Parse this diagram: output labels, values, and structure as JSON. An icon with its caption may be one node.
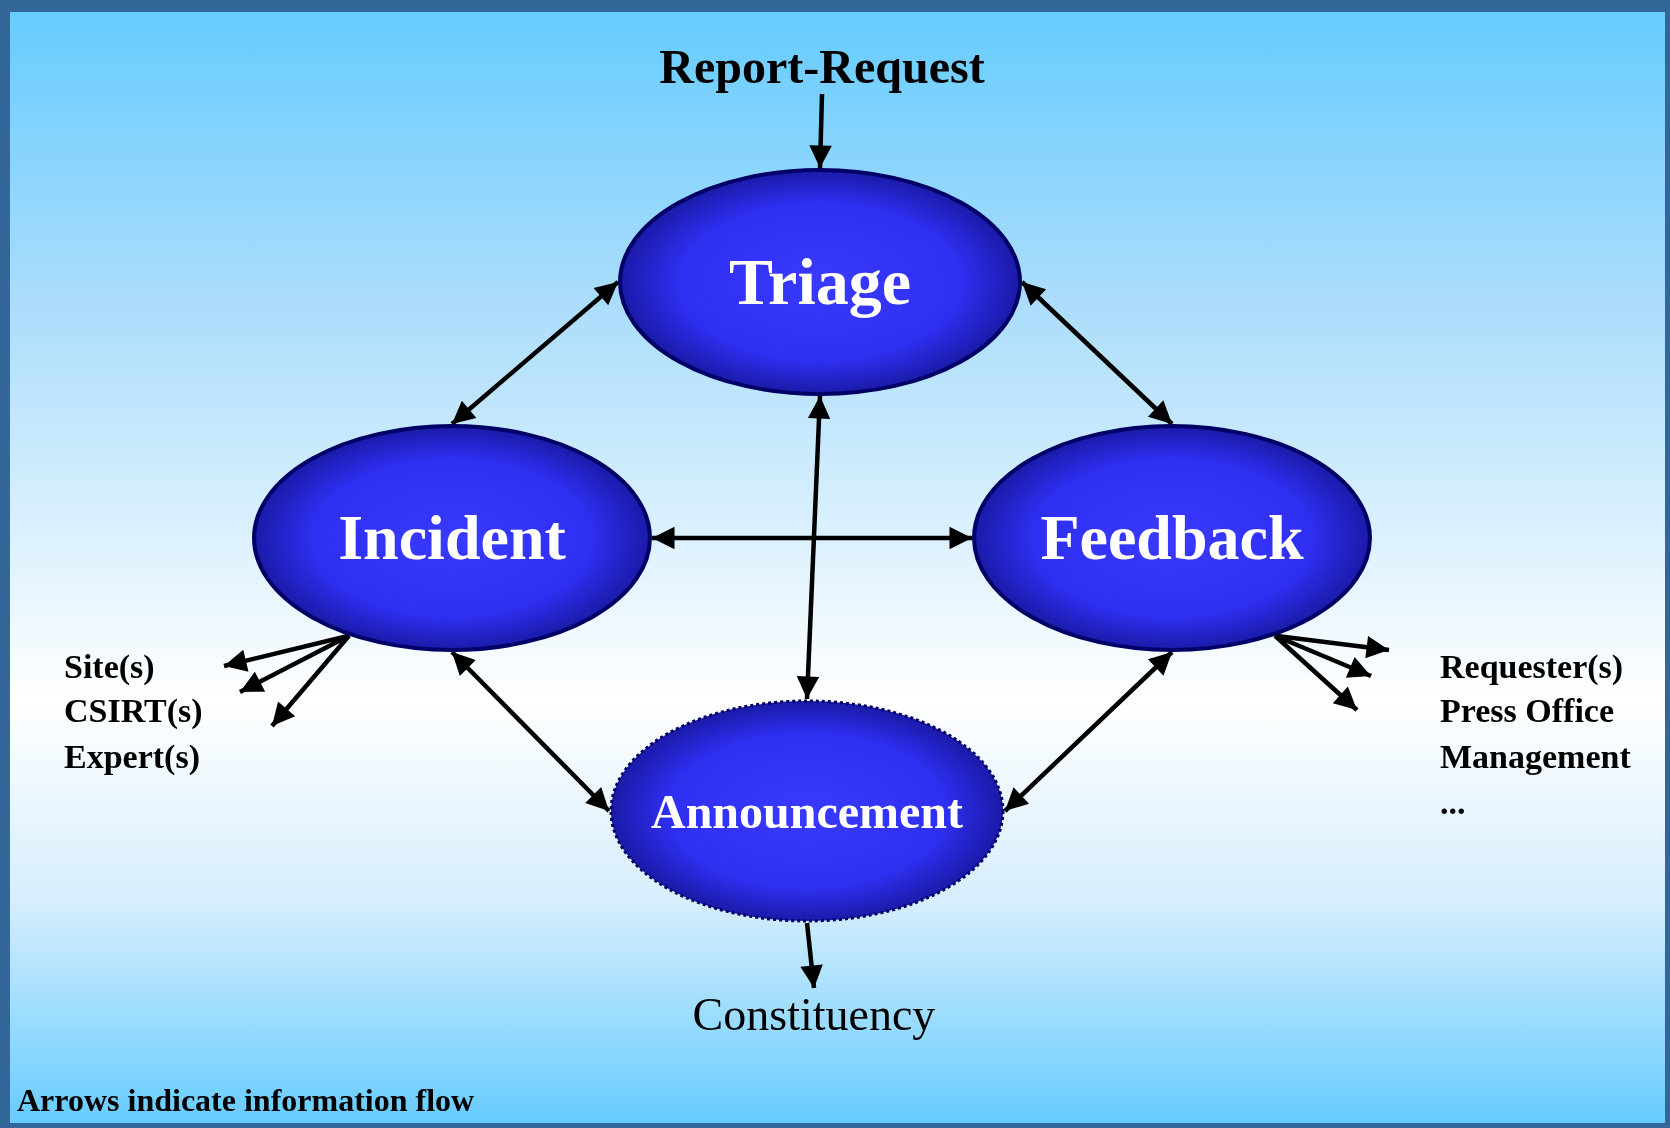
{
  "diagram": {
    "nodes": [
      {
        "text": [
          "Report-Request"
        ]
      },
      {
        "text": [
          "Triage"
        ]
      },
      {
        "text": [
          "Incident"
        ]
      },
      {
        "text": [
          "Feedback"
        ]
      },
      {
        "text": [
          "Announcement"
        ]
      },
      {
        "text": [
          "Constituency"
        ]
      }
    ],
    "edges": [
      {
        "from": 0,
        "to": 1,
        "arrow": "to"
      },
      {
        "from": 1,
        "to": 2,
        "arrow": "both"
      },
      {
        "from": 1,
        "to": 3,
        "arrow": "both"
      },
      {
        "from": 1,
        "to": 4,
        "arrow": "both"
      },
      {
        "from": 2,
        "to": 3,
        "arrow": "both"
      },
      {
        "from": 2,
        "to": 4,
        "arrow": "both"
      },
      {
        "from": 3,
        "to": 4,
        "arrow": "both"
      },
      {
        "from": 2,
        "to": null,
        "arrow": "to"
      },
      {
        "from": 2,
        "to": null,
        "arrow": "to"
      },
      {
        "from": 2,
        "to": null,
        "arrow": "to"
      },
      {
        "from": 3,
        "to": null,
        "arrow": "to"
      },
      {
        "from": 3,
        "to": null,
        "arrow": "to"
      },
      {
        "from": 3,
        "to": null,
        "arrow": "to"
      },
      {
        "from": 4,
        "to": 5,
        "arrow": "to"
      }
    ],
    "labels": [
      "Site(s)",
      "CSIRT(s)",
      "Expert(s)",
      "Requester(s)",
      "Press Office",
      "Management",
      "...",
      "Arrows indicate information flow"
    ]
  }
}
